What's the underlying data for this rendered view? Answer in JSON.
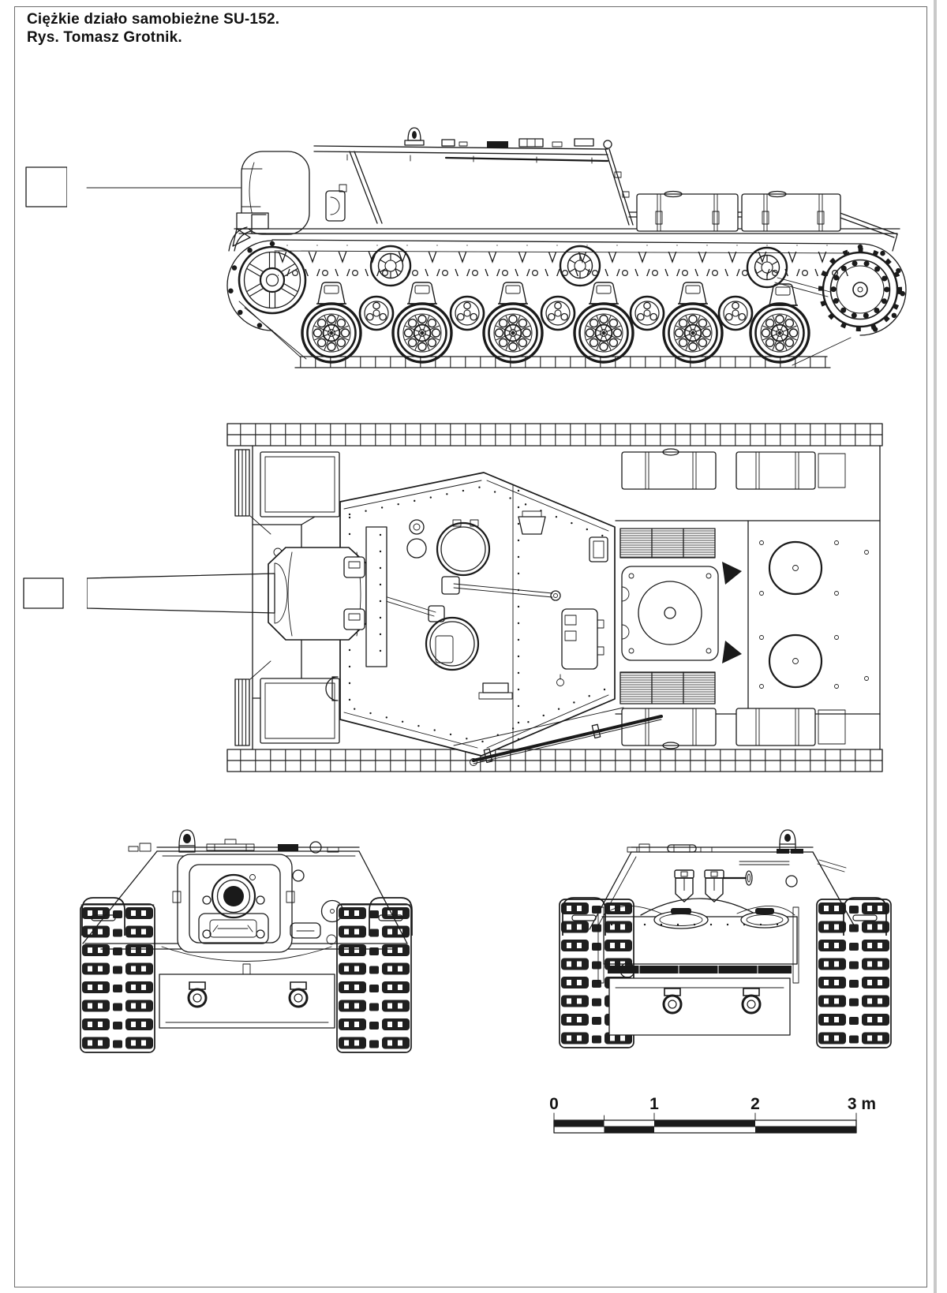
{
  "page": {
    "title_line1": "Ciężkie działo samobieżne SU-152.",
    "title_line2": "Rys. Tomasz Grotnik.",
    "background_color": "#ffffff",
    "ink_color": "#1a1a1a",
    "border_color": "#6d6d6d"
  },
  "scale_bar": {
    "labels": [
      "0",
      "1",
      "2",
      "3 m"
    ]
  }
}
